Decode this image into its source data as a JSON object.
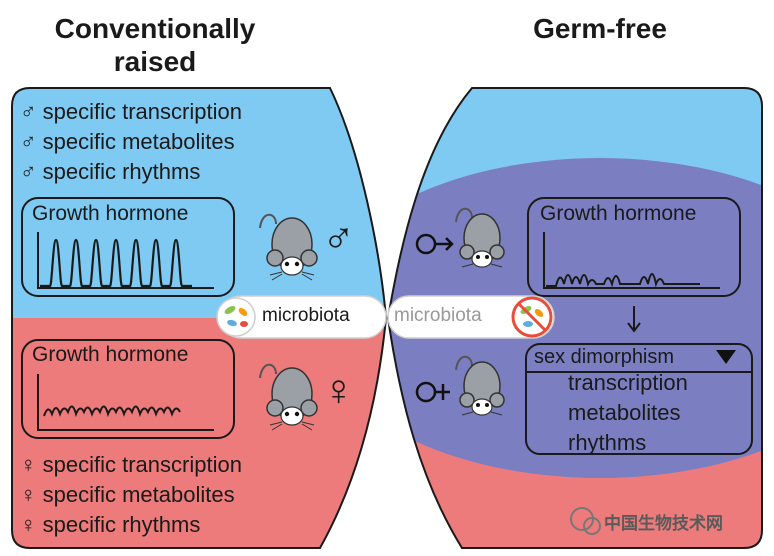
{
  "headers": {
    "left": "Conventionally raised",
    "right": "Germ-free"
  },
  "male_symbol": "♂",
  "female_symbol": "♀",
  "male_traits": [
    "specific transcription",
    "specific metabolites",
    "specific rhythms"
  ],
  "female_traits": [
    "specific transcription",
    "specific metabolites",
    "specific rhythms"
  ],
  "growth_hormone_label": "Growth hormone",
  "microbiota_label": "microbiota",
  "sex_dimorphism": {
    "label": "sex dimorphism",
    "items": [
      "transcription",
      "metabolites",
      "rhythms"
    ]
  },
  "watermark": "中国生物技术网",
  "colors": {
    "male_blue": "#7fcaf3",
    "female_red": "#ee7b7b",
    "germfree_purple": "#7b7fc1",
    "outline": "#1a1a1a"
  }
}
